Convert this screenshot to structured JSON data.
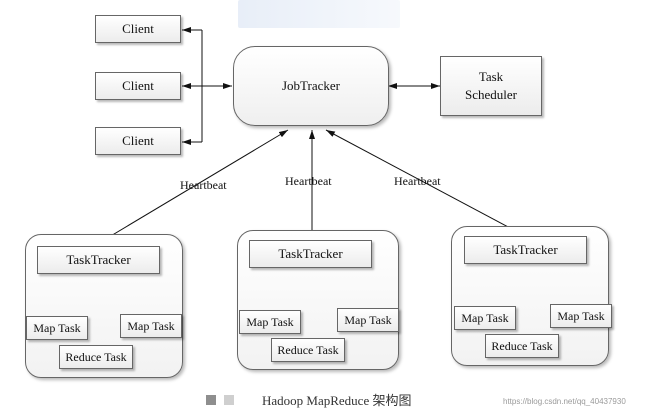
{
  "clients": [
    "Client",
    "Client",
    "Client"
  ],
  "job_tracker": "JobTracker",
  "task_scheduler": [
    "Task",
    "Scheduler"
  ],
  "heartbeats": [
    "Heartbeat",
    "Heartbeat",
    "Heartbeat"
  ],
  "task_tracker_groups": [
    {
      "tracker": "TaskTracker",
      "map_left": "Map Task",
      "map_right": "Map Task",
      "reduce": "Reduce Task"
    },
    {
      "tracker": "TaskTracker",
      "map_left": "Map Task",
      "map_right": "Map Task",
      "reduce": "Reduce Task"
    },
    {
      "tracker": "TaskTracker",
      "map_left": "Map Task",
      "map_right": "Map Task",
      "reduce": "Reduce Task"
    }
  ],
  "caption": "Hadoop MapReduce 架构图",
  "watermark_url": "https://blog.csdn.net/qq_40437930"
}
